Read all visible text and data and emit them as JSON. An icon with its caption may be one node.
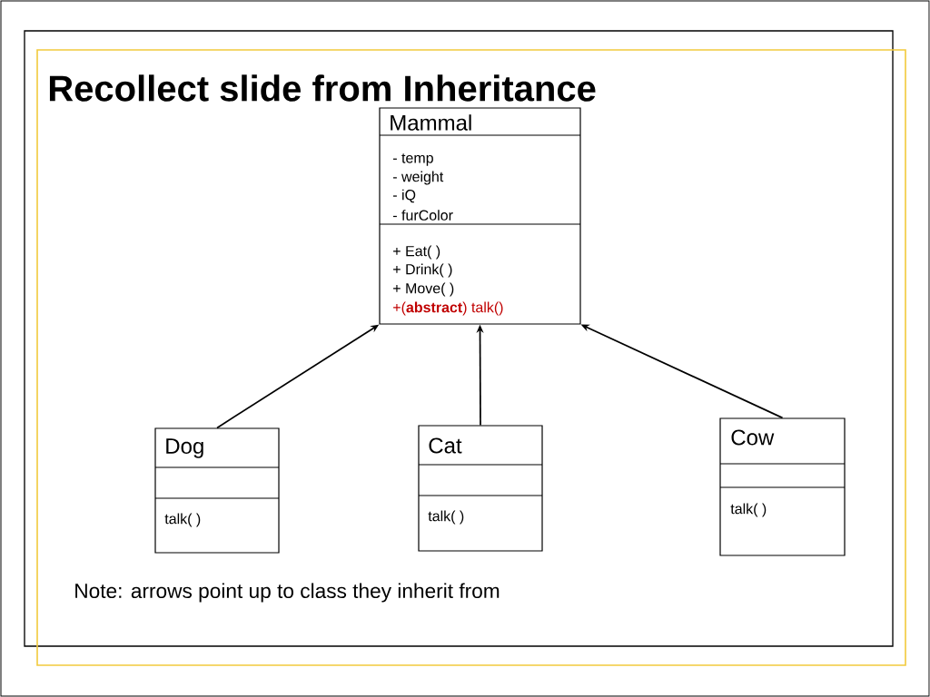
{
  "diagram": {
    "title": "Recollect slide from Inheritance",
    "nodes": [
      {
        "text": [
          "Mammal",
          "- temp",
          "- weight",
          "- iQ",
          "- furColor",
          "+ Eat( )",
          "+ Drink( )",
          "+ Move( )",
          "+(**abstract**) talk()"
        ]
      },
      {
        "text": [
          "Dog",
          "talk( )"
        ]
      },
      {
        "text": [
          "Cat",
          "talk( )"
        ]
      },
      {
        "text": [
          "Cow",
          "talk( )"
        ]
      }
    ],
    "edges": [
      {
        "from": 1,
        "to": 0,
        "arrow": "to"
      },
      {
        "from": 2,
        "to": 0,
        "arrow": "to"
      },
      {
        "from": 3,
        "to": 0,
        "arrow": "to"
      }
    ],
    "labels": [
      "Note: arrows point up to class they inherit from"
    ]
  }
}
